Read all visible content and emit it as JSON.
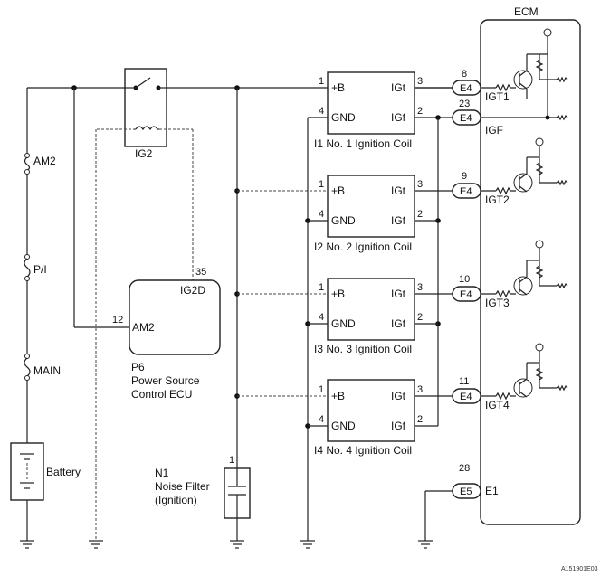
{
  "ecm": {
    "title": "ECM",
    "pins": [
      {
        "num": "8",
        "conn": "E4",
        "label": "IGT1"
      },
      {
        "num": "23",
        "conn": "E4",
        "label": "IGF"
      },
      {
        "num": "9",
        "conn": "E4",
        "label": "IGT2"
      },
      {
        "num": "10",
        "conn": "E4",
        "label": "IGT3"
      },
      {
        "num": "11",
        "conn": "E4",
        "label": "IGT4"
      },
      {
        "num": "28",
        "conn": "E5",
        "label": "E1"
      }
    ]
  },
  "coils": [
    {
      "caption": "I1 No. 1 Ignition Coil",
      "pin_b": "1",
      "pin_gnd": "4",
      "pin_igt": "3",
      "pin_igf": "2",
      "label_b": "+B",
      "label_gnd": "GND",
      "label_igt": "IGt",
      "label_igf": "IGf"
    },
    {
      "caption": "I2 No. 2 Ignition Coil",
      "pin_b": "1",
      "pin_gnd": "4",
      "pin_igt": "3",
      "pin_igf": "2",
      "label_b": "+B",
      "label_gnd": "GND",
      "label_igt": "IGt",
      "label_igf": "IGf"
    },
    {
      "caption": "I3 No. 3 Ignition Coil",
      "pin_b": "1",
      "pin_gnd": "4",
      "pin_igt": "3",
      "pin_igf": "2",
      "label_b": "+B",
      "label_gnd": "GND",
      "label_igt": "IGt",
      "label_igf": "IGf"
    },
    {
      "caption": "I4 No. 4 Ignition Coil",
      "pin_b": "1",
      "pin_gnd": "4",
      "pin_igt": "3",
      "pin_igf": "2",
      "label_b": "+B",
      "label_gnd": "GND",
      "label_igt": "IGt",
      "label_igf": "IGf"
    }
  ],
  "relay": {
    "label": "IG2"
  },
  "power_ecu": {
    "name": "P6",
    "line2": "Power Source",
    "line3": "Control ECU",
    "pin_ig2d_num": "35",
    "pin_ig2d_label": "IG2D",
    "pin_am2_num": "12",
    "pin_am2_label": "AM2"
  },
  "fuses": {
    "am2": "AM2",
    "pi": "P/I",
    "main": "MAIN"
  },
  "battery": {
    "label": "Battery"
  },
  "noise_filter": {
    "pin": "1",
    "line1": "N1",
    "line2": "Noise Filter",
    "line3": "(Ignition)"
  },
  "footer": {
    "code": "A151901E03"
  }
}
